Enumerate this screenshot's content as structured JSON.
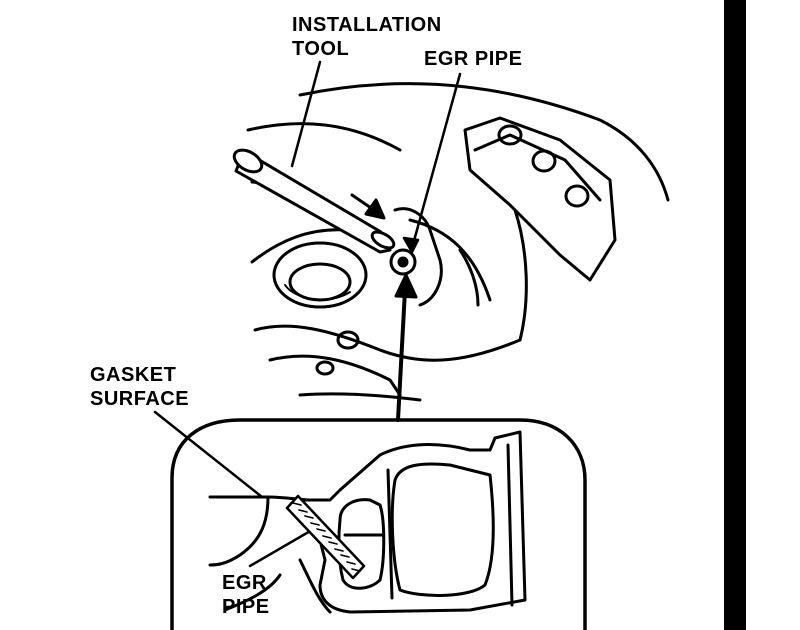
{
  "labels": {
    "installation_tool_line1": "INSTALLATION",
    "installation_tool_line2": "TOOL",
    "egr_pipe_top": "EGR PIPE",
    "gasket_surface_line1": "GASKET",
    "gasket_surface_line2": "SURFACE",
    "egr_pipe_bottom_line1": "EGR",
    "egr_pipe_bottom_line2": "PIPE"
  },
  "colors": {
    "ink": "#000000",
    "paper": "#ffffff"
  }
}
